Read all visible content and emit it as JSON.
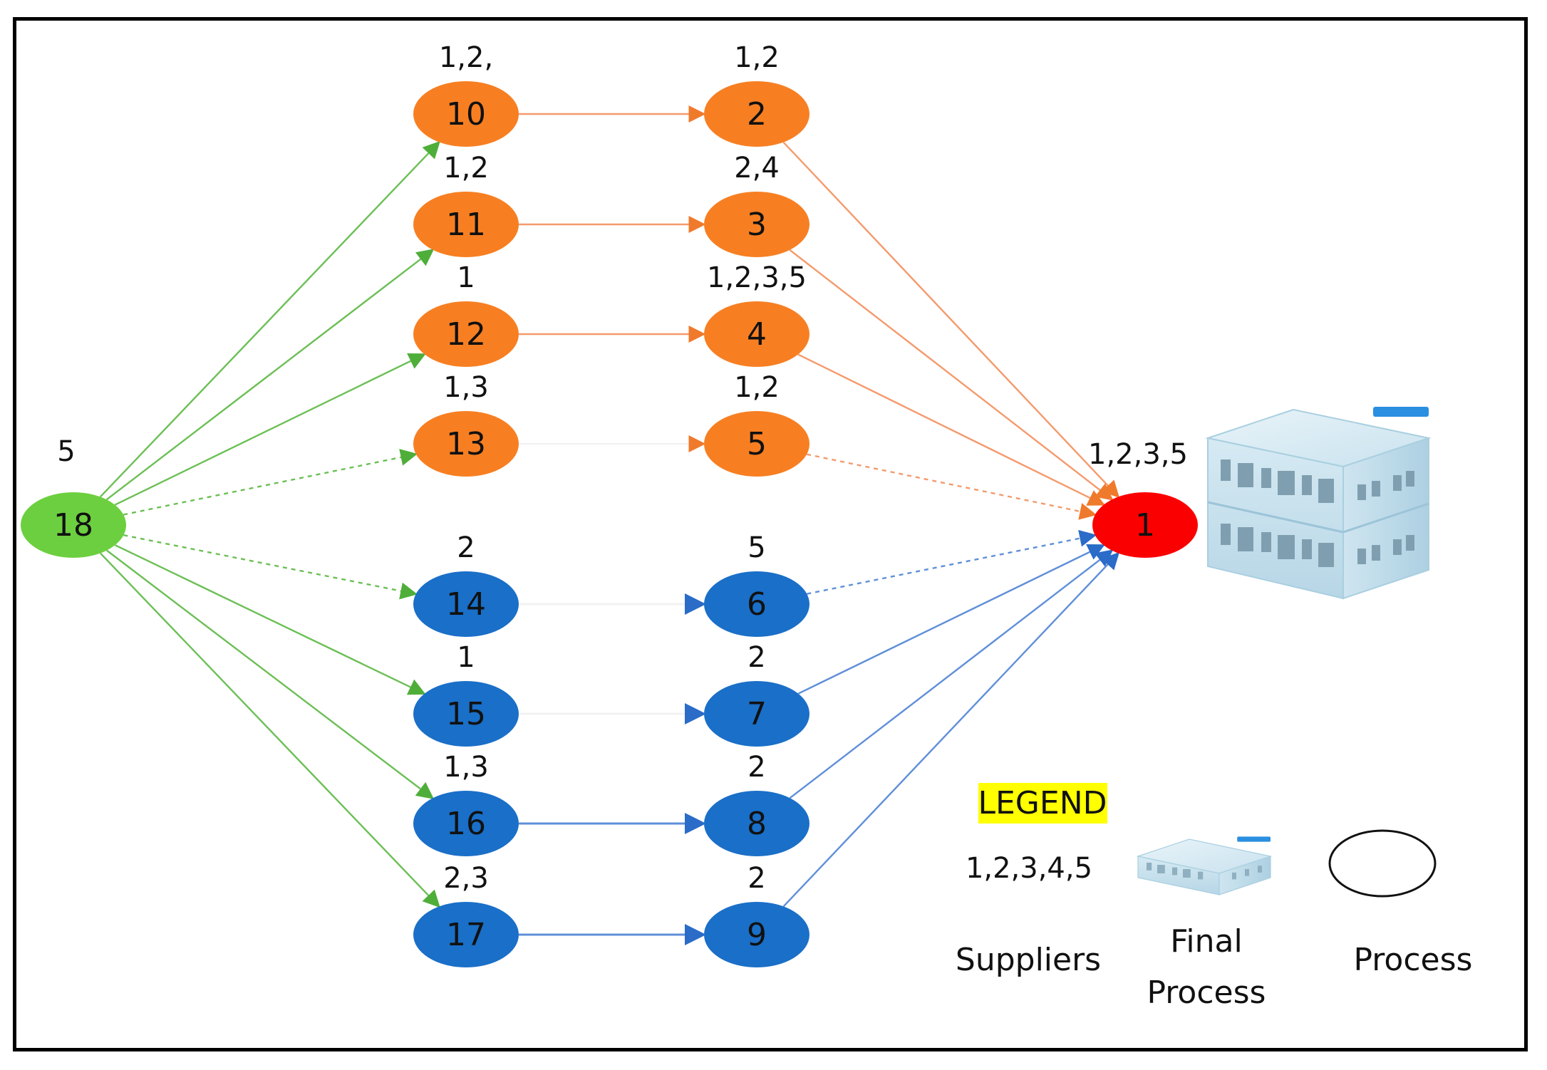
{
  "colors": {
    "green": "#6ccf3f",
    "orange": "#f77f22",
    "blue": "#1a6fc8",
    "red": "#fb0000",
    "legend_highlight": "#ffff00",
    "edge_green": "#6cbf55",
    "edge_orange": "#f49a6c",
    "edge_blue": "#5f8fd8"
  },
  "nodes": [
    {
      "id": "18",
      "suppliers": "5",
      "color": "green",
      "stage": "source"
    },
    {
      "id": "10",
      "suppliers": "1,2,",
      "color": "orange",
      "stage": "mid1"
    },
    {
      "id": "11",
      "suppliers": "1,2",
      "color": "orange",
      "stage": "mid1"
    },
    {
      "id": "12",
      "suppliers": "1",
      "color": "orange",
      "stage": "mid1"
    },
    {
      "id": "13",
      "suppliers": "1,3",
      "color": "orange",
      "stage": "mid1"
    },
    {
      "id": "14",
      "suppliers": "2",
      "color": "blue",
      "stage": "mid1"
    },
    {
      "id": "15",
      "suppliers": "1",
      "color": "blue",
      "stage": "mid1"
    },
    {
      "id": "16",
      "suppliers": "1,3",
      "color": "blue",
      "stage": "mid1"
    },
    {
      "id": "17",
      "suppliers": "2,3",
      "color": "blue",
      "stage": "mid1"
    },
    {
      "id": "2",
      "suppliers": "1,2",
      "color": "orange",
      "stage": "mid2"
    },
    {
      "id": "3",
      "suppliers": "2,4",
      "color": "orange",
      "stage": "mid2"
    },
    {
      "id": "4",
      "suppliers": "1,2,3,5",
      "color": "orange",
      "stage": "mid2"
    },
    {
      "id": "5",
      "suppliers": "1,2",
      "color": "orange",
      "stage": "mid2"
    },
    {
      "id": "6",
      "suppliers": "5",
      "color": "blue",
      "stage": "mid2"
    },
    {
      "id": "7",
      "suppliers": "2",
      "color": "blue",
      "stage": "mid2"
    },
    {
      "id": "8",
      "suppliers": "2",
      "color": "blue",
      "stage": "mid2"
    },
    {
      "id": "9",
      "suppliers": "2",
      "color": "blue",
      "stage": "mid2"
    },
    {
      "id": "1",
      "suppliers": "1,2,3,5",
      "color": "red",
      "stage": "final"
    }
  ],
  "edges": [
    {
      "from": "18",
      "to": "10",
      "style": "green"
    },
    {
      "from": "18",
      "to": "11",
      "style": "green"
    },
    {
      "from": "18",
      "to": "12",
      "style": "green"
    },
    {
      "from": "18",
      "to": "13",
      "style": "green"
    },
    {
      "from": "18",
      "to": "14",
      "style": "green"
    },
    {
      "from": "18",
      "to": "15",
      "style": "green"
    },
    {
      "from": "18",
      "to": "16",
      "style": "green"
    },
    {
      "from": "18",
      "to": "17",
      "style": "green"
    },
    {
      "from": "10",
      "to": "2",
      "style": "orange"
    },
    {
      "from": "11",
      "to": "3",
      "style": "orange"
    },
    {
      "from": "12",
      "to": "4",
      "style": "orange"
    },
    {
      "from": "13",
      "to": "5",
      "style": "orange"
    },
    {
      "from": "14",
      "to": "6",
      "style": "blue"
    },
    {
      "from": "15",
      "to": "7",
      "style": "blue"
    },
    {
      "from": "16",
      "to": "8",
      "style": "blue"
    },
    {
      "from": "17",
      "to": "9",
      "style": "blue"
    },
    {
      "from": "2",
      "to": "1",
      "style": "orange"
    },
    {
      "from": "3",
      "to": "1",
      "style": "orange"
    },
    {
      "from": "4",
      "to": "1",
      "style": "orange"
    },
    {
      "from": "5",
      "to": "1",
      "style": "orange"
    },
    {
      "from": "6",
      "to": "1",
      "style": "blue"
    },
    {
      "from": "7",
      "to": "1",
      "style": "blue"
    },
    {
      "from": "8",
      "to": "1",
      "style": "blue"
    },
    {
      "from": "9",
      "to": "1",
      "style": "blue"
    }
  ],
  "legend": {
    "title": "LEGEND",
    "supplier_example": "1,2,3,4,5",
    "suppliers_label": "Suppliers",
    "final_process_label_line1": "Final",
    "final_process_label_line2": "Process",
    "process_label": "Process"
  },
  "icons": {
    "factory": "factory-building-icon",
    "legend_factory": "factory-building-icon",
    "process": "ellipse-outline-icon"
  }
}
